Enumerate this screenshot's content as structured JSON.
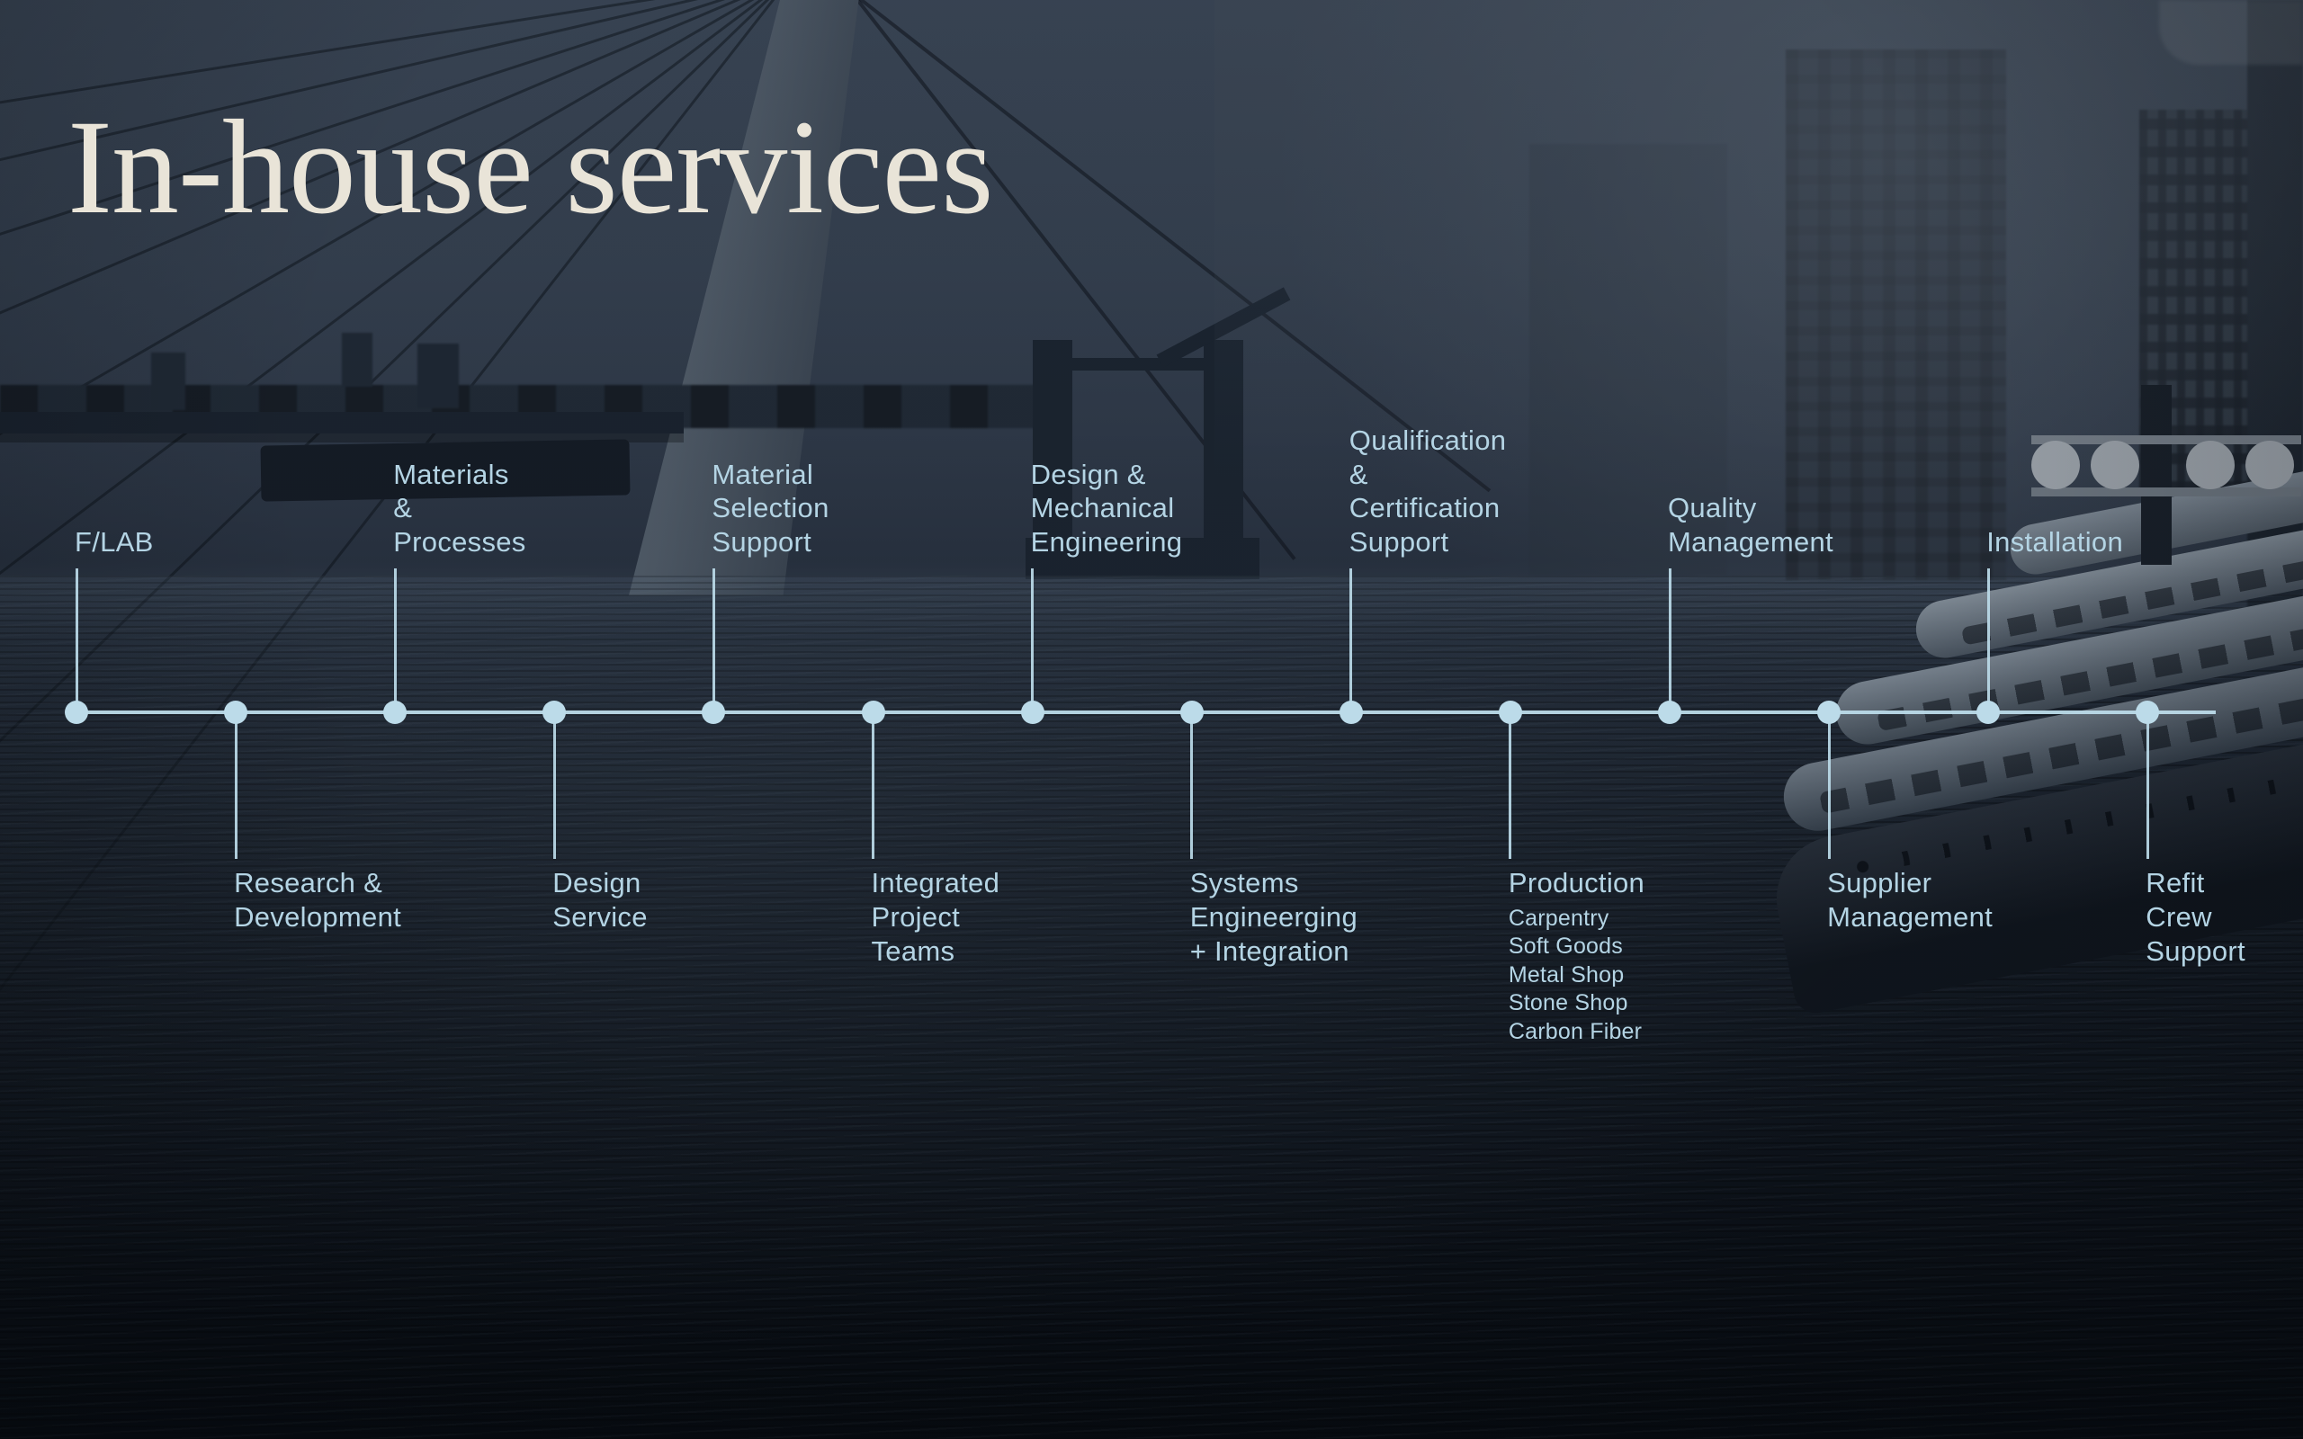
{
  "page": {
    "title": "In-house services"
  },
  "palette": {
    "accent_line": "#bcdbe9",
    "label_text": "#b4d4e4",
    "title_text": "#e9e4d8",
    "background_top": "#3f4b5b",
    "background_bottom": "#0c1118"
  },
  "timeline": {
    "nodes": [
      {
        "id": "flab",
        "side": "above",
        "lines": [
          "F/LAB"
        ]
      },
      {
        "id": "research-development",
        "side": "below",
        "lines": [
          "Research &",
          "Development"
        ]
      },
      {
        "id": "materials-processes",
        "side": "above",
        "lines": [
          "Materials &",
          "Processes"
        ]
      },
      {
        "id": "design-service",
        "side": "below",
        "lines": [
          "Design",
          "Service"
        ]
      },
      {
        "id": "material-selection-support",
        "side": "above",
        "lines": [
          "Material",
          "Selection",
          "Support"
        ]
      },
      {
        "id": "integrated-project-teams",
        "side": "below",
        "lines": [
          "Integrated",
          "Project Teams"
        ]
      },
      {
        "id": "design-mechanical-engineering",
        "side": "above",
        "lines": [
          "Design &",
          "Mechanical",
          "Engineering"
        ]
      },
      {
        "id": "systems-engineerging-integration",
        "side": "below",
        "lines": [
          "Systems",
          "Engineerging",
          "+ Integration"
        ]
      },
      {
        "id": "qualification-certification-support",
        "side": "above",
        "lines": [
          "Qualification &",
          "Certification",
          "Support"
        ]
      },
      {
        "id": "production",
        "side": "below",
        "lines": [
          "Production"
        ],
        "sub": [
          "Carpentry",
          "Soft Goods",
          "Metal Shop",
          "Stone Shop",
          "Carbon Fiber"
        ]
      },
      {
        "id": "quality-management",
        "side": "above",
        "lines": [
          "Quality",
          "Management"
        ]
      },
      {
        "id": "supplier-management",
        "side": "below",
        "lines": [
          "Supplier",
          "Management"
        ]
      },
      {
        "id": "installation",
        "side": "above",
        "lines": [
          "Installation"
        ]
      },
      {
        "id": "refit-crew-support",
        "side": "below",
        "lines": [
          "Refit",
          "Crew",
          "Support"
        ]
      }
    ]
  }
}
